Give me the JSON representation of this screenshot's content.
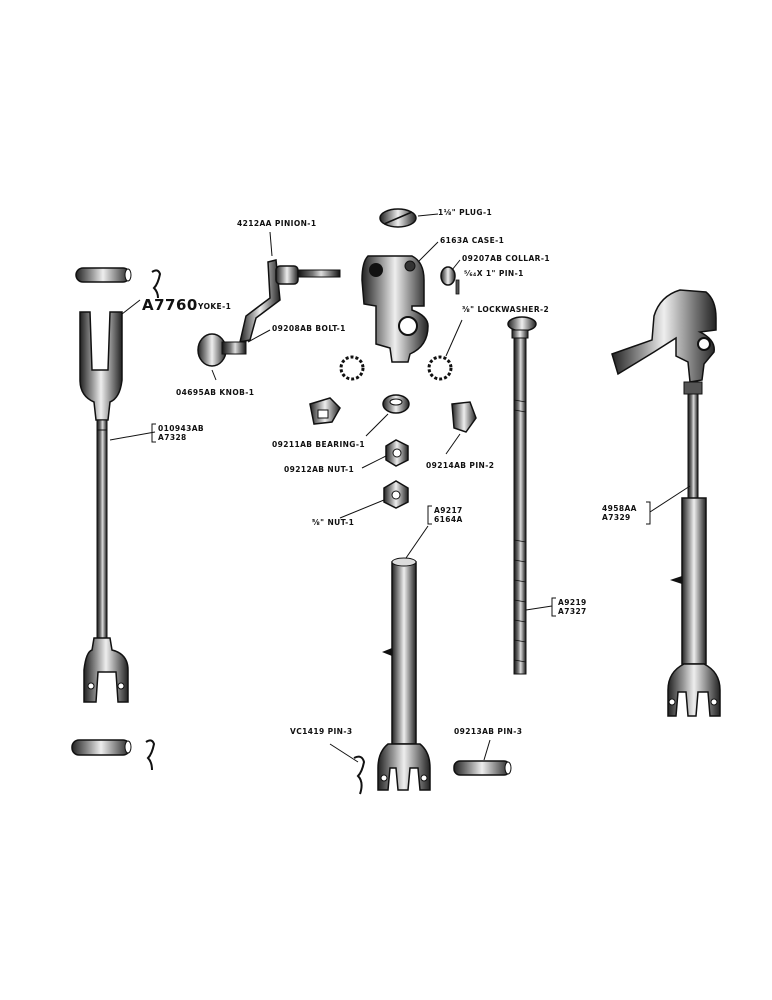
{
  "labels": {
    "pinion": "4212AA PINION-1",
    "plug": "1⅛\" PLUG-1",
    "case": "6163A CASE-1",
    "collar": "09207AB COLLAR-1",
    "pin_small": "⁵⁄₆₄X 1\" PIN-1",
    "lockwasher": "⅜\" LOCKWASHER-2",
    "yoke_code": "A7760",
    "yoke": "YOKE-1",
    "bolt": "09208AB BOLT-1",
    "knob": "04695AB KNOB-1",
    "rod_left_1": "010943AB",
    "rod_left_2": "A7328",
    "bearing": "09211AB BEARING-1",
    "pin_2": "09214AB PIN-2",
    "nut_1": "09212AB NUT-1",
    "nut_2": "⅝\" NUT-1",
    "tube_1": "A9217",
    "tube_2": "6164A",
    "rod_right_1": "4958AA",
    "rod_right_2": "A7329",
    "bolt_long_1": "A9219",
    "bolt_long_2": "A7327",
    "pin_vc": "VC1419 PIN-3",
    "pin_09213": "09213AB PIN-3"
  }
}
